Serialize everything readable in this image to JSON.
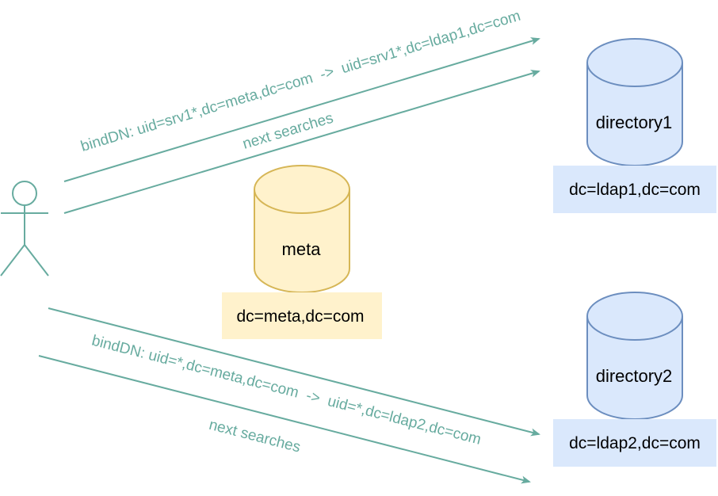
{
  "colors": {
    "teal": "#67AB9F",
    "blue_fill": "#DAE8FC",
    "blue_stroke": "#6C8EBF",
    "yellow_fill": "#FFF2CC",
    "yellow_stroke": "#D6B656"
  },
  "actor": {
    "icon": "stick-figure-user-icon"
  },
  "databases": {
    "meta": {
      "label": "meta",
      "dn": "dc=meta,dc=com"
    },
    "directory1": {
      "label": "directory1",
      "dn": "dc=ldap1,dc=com"
    },
    "directory2": {
      "label": "directory2",
      "dn": "dc=ldap2,dc=com"
    }
  },
  "edges": {
    "bind1": "bindDN: uid=srv1*,dc=meta,dc=com  ->  uid=srv1*,dc=ldap1,dc=com",
    "search1": "next searches",
    "bind2": "bindDN: uid=*,dc=meta,dc=com  ->  uid=*,dc=ldap2,dc=com",
    "search2": "next searches"
  }
}
